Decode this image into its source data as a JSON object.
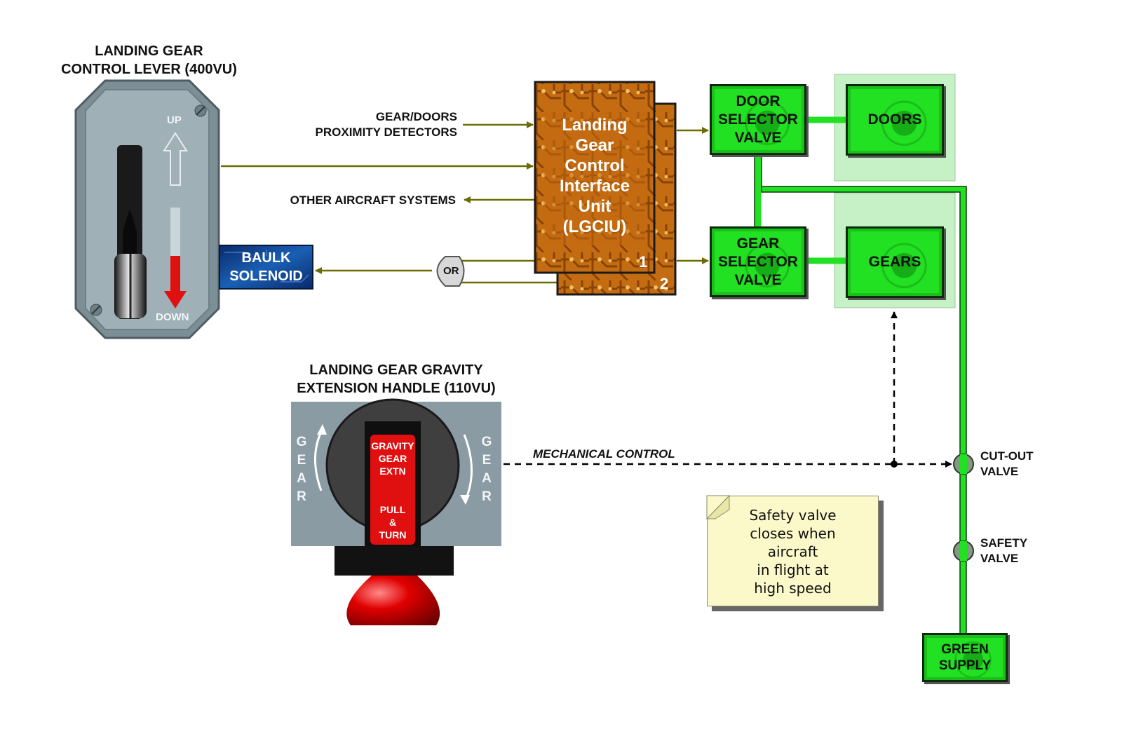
{
  "lever": {
    "title_line1": "LANDING GEAR",
    "title_line2": "CONTROL LEVER (400VU)",
    "up_label": "UP",
    "down_label": "DOWN"
  },
  "detectors_line1": "GEAR/DOORS",
  "detectors_line2": "PROXIMITY DETECTORS",
  "other_systems": "OTHER AIRCRAFT SYSTEMS",
  "baulk": {
    "line1": "BAULK",
    "line2": "SOLENOID"
  },
  "or_gate": "OR",
  "lgciu": {
    "lines": [
      "Landing",
      "Gear",
      "Control",
      "Interface",
      "Unit",
      "(LGCIU)"
    ],
    "unit1": "1",
    "unit2": "2"
  },
  "door_valve": {
    "line1": "DOOR",
    "line2": "SELECTOR",
    "line3": "VALVE"
  },
  "gear_valve": {
    "line1": "GEAR",
    "line2": "SELECTOR",
    "line3": "VALVE"
  },
  "doors": "DOORS",
  "gears": "GEARS",
  "gravity": {
    "title_line1": "LANDING GEAR GRAVITY",
    "title_line2": "EXTENSION HANDLE (110VU)",
    "side_letters": [
      "G",
      "E",
      "A",
      "R"
    ],
    "handle_top": [
      "GRAVITY",
      "GEAR",
      "EXTN"
    ],
    "handle_bottom": [
      "PULL",
      "&",
      "TURN"
    ]
  },
  "mechanical_control": "MECHANICAL CONTROL",
  "cutout_valve": {
    "line1": "CUT-OUT",
    "line2": "VALVE"
  },
  "safety_valve": {
    "line1": "SAFETY",
    "line2": "VALVE"
  },
  "green_supply": {
    "line1": "GREEN",
    "line2": "SUPPLY"
  },
  "note": [
    "Safety valve",
    "closes when",
    "aircraft",
    "in flight at",
    "high speed"
  ],
  "colors": {
    "signal_line": "#6b6b00",
    "hydraulic": "#22e022",
    "lgciu": "#c06a10",
    "panel": "#8a9ba3",
    "accent_red": "#e01010"
  }
}
